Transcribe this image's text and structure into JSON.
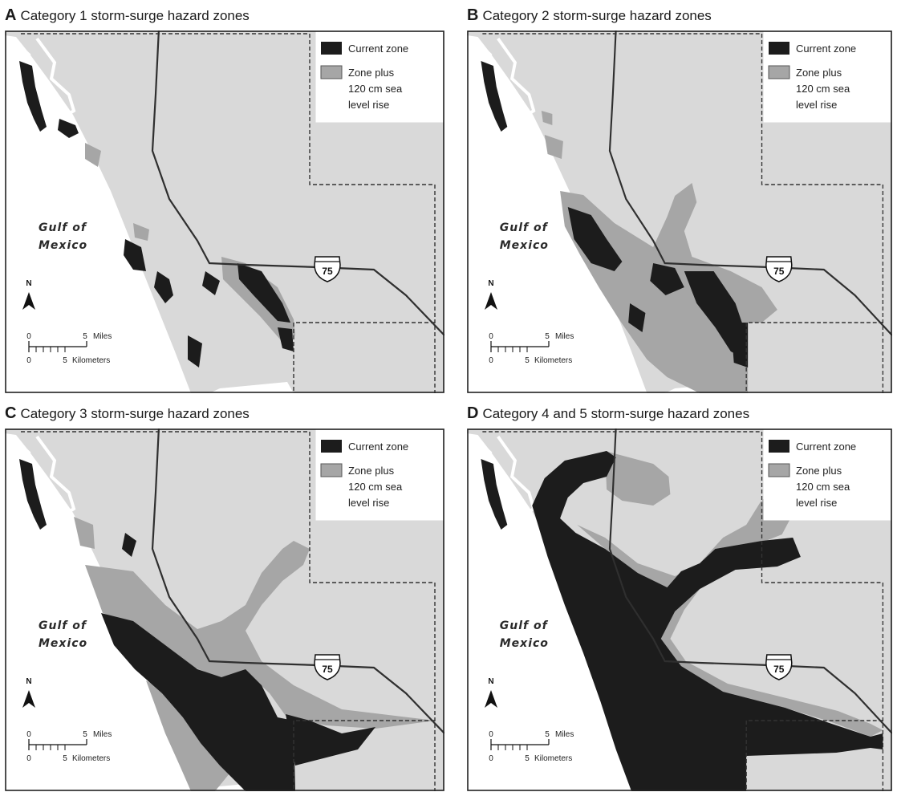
{
  "colors": {
    "land": "#d9d9d9",
    "water": "#ffffff",
    "current_zone": "#1c1c1c",
    "zone_plus": "#a6a6a6",
    "road": "#2f2f2f",
    "frame": "#222222"
  },
  "legend": {
    "current_zone": "Current zone",
    "zone_plus_line1": "Zone plus",
    "zone_plus_line2": "120 cm sea",
    "zone_plus_line3": "level rise"
  },
  "map_labels": {
    "gulf_line1": "Gulf of",
    "gulf_line2": "Mexico",
    "north": "N",
    "interstate": "75"
  },
  "scale": {
    "miles_zero": "0",
    "miles_value": "5",
    "miles_unit": "Miles",
    "km_zero": "0",
    "km_value": "5",
    "km_unit": "Kilometers"
  },
  "panels": [
    {
      "letter": "A",
      "title": "Category 1 storm-surge hazard zones"
    },
    {
      "letter": "B",
      "title": "Category 2 storm-surge hazard zones"
    },
    {
      "letter": "C",
      "title": "Category 3 storm-surge hazard zones"
    },
    {
      "letter": "D",
      "title": "Category 4 and 5 storm-surge hazard zones"
    }
  ]
}
